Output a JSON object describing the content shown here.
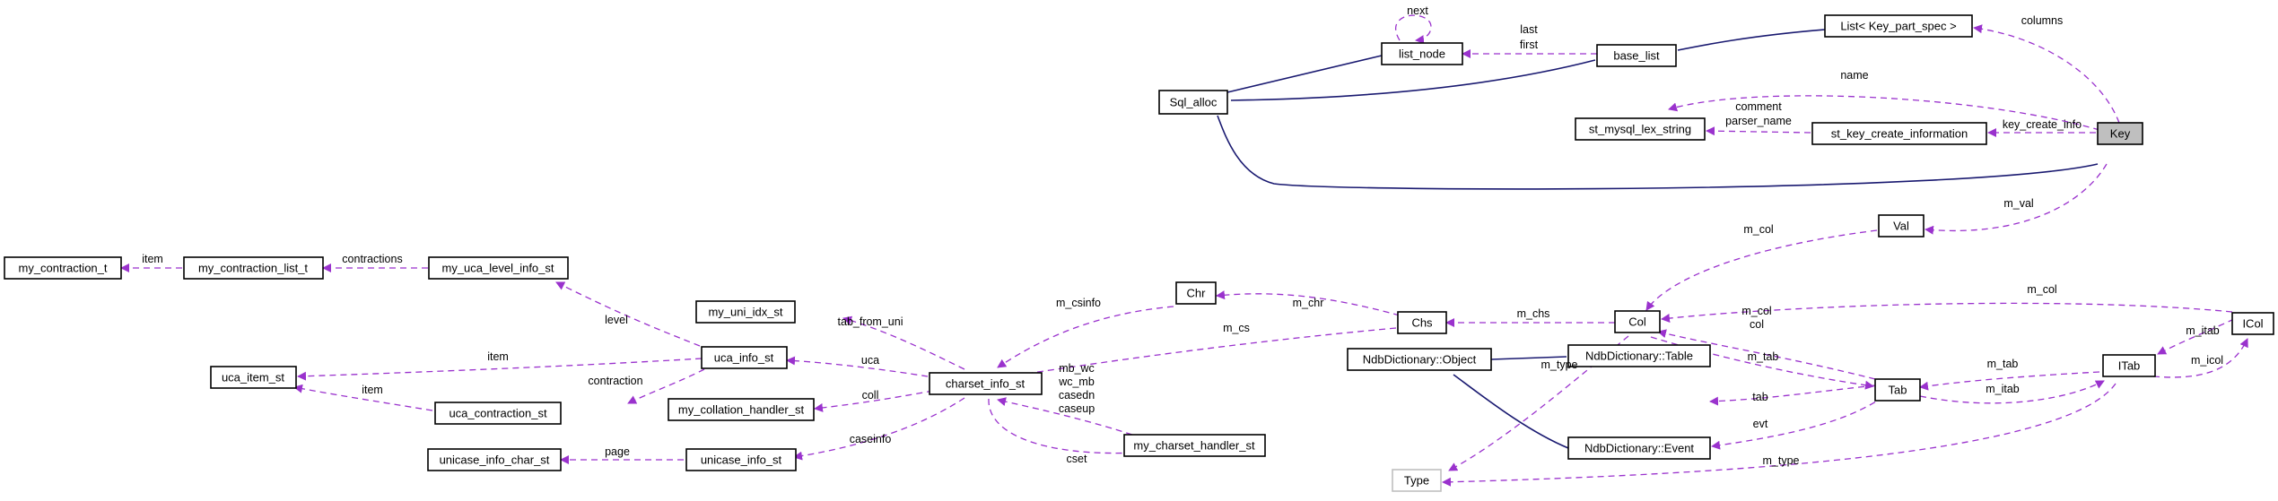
{
  "diagram": {
    "colors": {
      "usage_edge": "#9a32cd",
      "inheritance_edge": "#191970",
      "focus_fill": "#bfbfbf",
      "muted_border": "#bfbfbf"
    },
    "nodes": {
      "my_contraction_t": "my_contraction_t",
      "my_contraction_list_t": "my_contraction_list_t",
      "my_uca_level_info_st": "my_uca_level_info_st",
      "uca_item_st": "uca_item_st",
      "uca_info_st": "uca_info_st",
      "uca_contraction_st": "uca_contraction_st",
      "unicase_info_char_st": "unicase_info_char_st",
      "unicase_info_st": "unicase_info_st",
      "my_uni_idx_st": "my_uni_idx_st",
      "my_collation_handler_st": "my_collation_handler_st",
      "charset_info_st": "charset_info_st",
      "my_charset_handler_st": "my_charset_handler_st",
      "Chr": "Chr",
      "Chs": "Chs",
      "Col": "Col",
      "Val": "Val",
      "Tab": "Tab",
      "ITab": "ITab",
      "ICol": "ICol",
      "NdbObject": "NdbDictionary::Object",
      "NdbTable": "NdbDictionary::Table",
      "NdbEvent": "NdbDictionary::Event",
      "Type": "Type",
      "Sql_alloc": "Sql_alloc",
      "list_node": "list_node",
      "base_list": "base_list",
      "ListKeyPartSpec": "List< Key_part_spec >",
      "st_mysql_lex_string": "st_mysql_lex_string",
      "st_key_create_information": "st_key_create_information",
      "Key": "Key"
    },
    "edge_labels": {
      "item_contraction_t": "item",
      "contractions": "contractions",
      "level": "level",
      "item_uca_item": "item",
      "contraction": "contraction",
      "item_uca_contraction": "item",
      "page": "page",
      "tab_from_uni": "tab_from_uni",
      "uca": "uca",
      "coll": "coll",
      "caseinfo": "caseinfo",
      "mb_wc": "mb_wc",
      "wc_mb": "wc_mb",
      "casedn": "casedn",
      "caseup": "caseup",
      "cset": "cset",
      "m_csinfo": "m_csinfo",
      "m_chr": "m_chr",
      "m_cs": "m_cs",
      "m_chs": "m_chs",
      "m_col_val": "m_col",
      "m_col_tab": "m_col",
      "col": "col",
      "m_tab_col": "m_tab",
      "m_type_col": "m_type",
      "tab": "tab",
      "evt": "evt",
      "m_tab_itab": "m_tab",
      "m_itab_tab": "m_itab",
      "m_type_itab": "m_type",
      "m_col_icol": "m_col",
      "m_itab_icol": "m_itab",
      "m_icol": "m_icol",
      "m_val": "m_val",
      "next": "next",
      "last": "last",
      "first": "first",
      "columns": "columns",
      "name": "name",
      "key_create_info": "key_create_info",
      "comment": "comment",
      "parser_name": "parser_name"
    }
  }
}
